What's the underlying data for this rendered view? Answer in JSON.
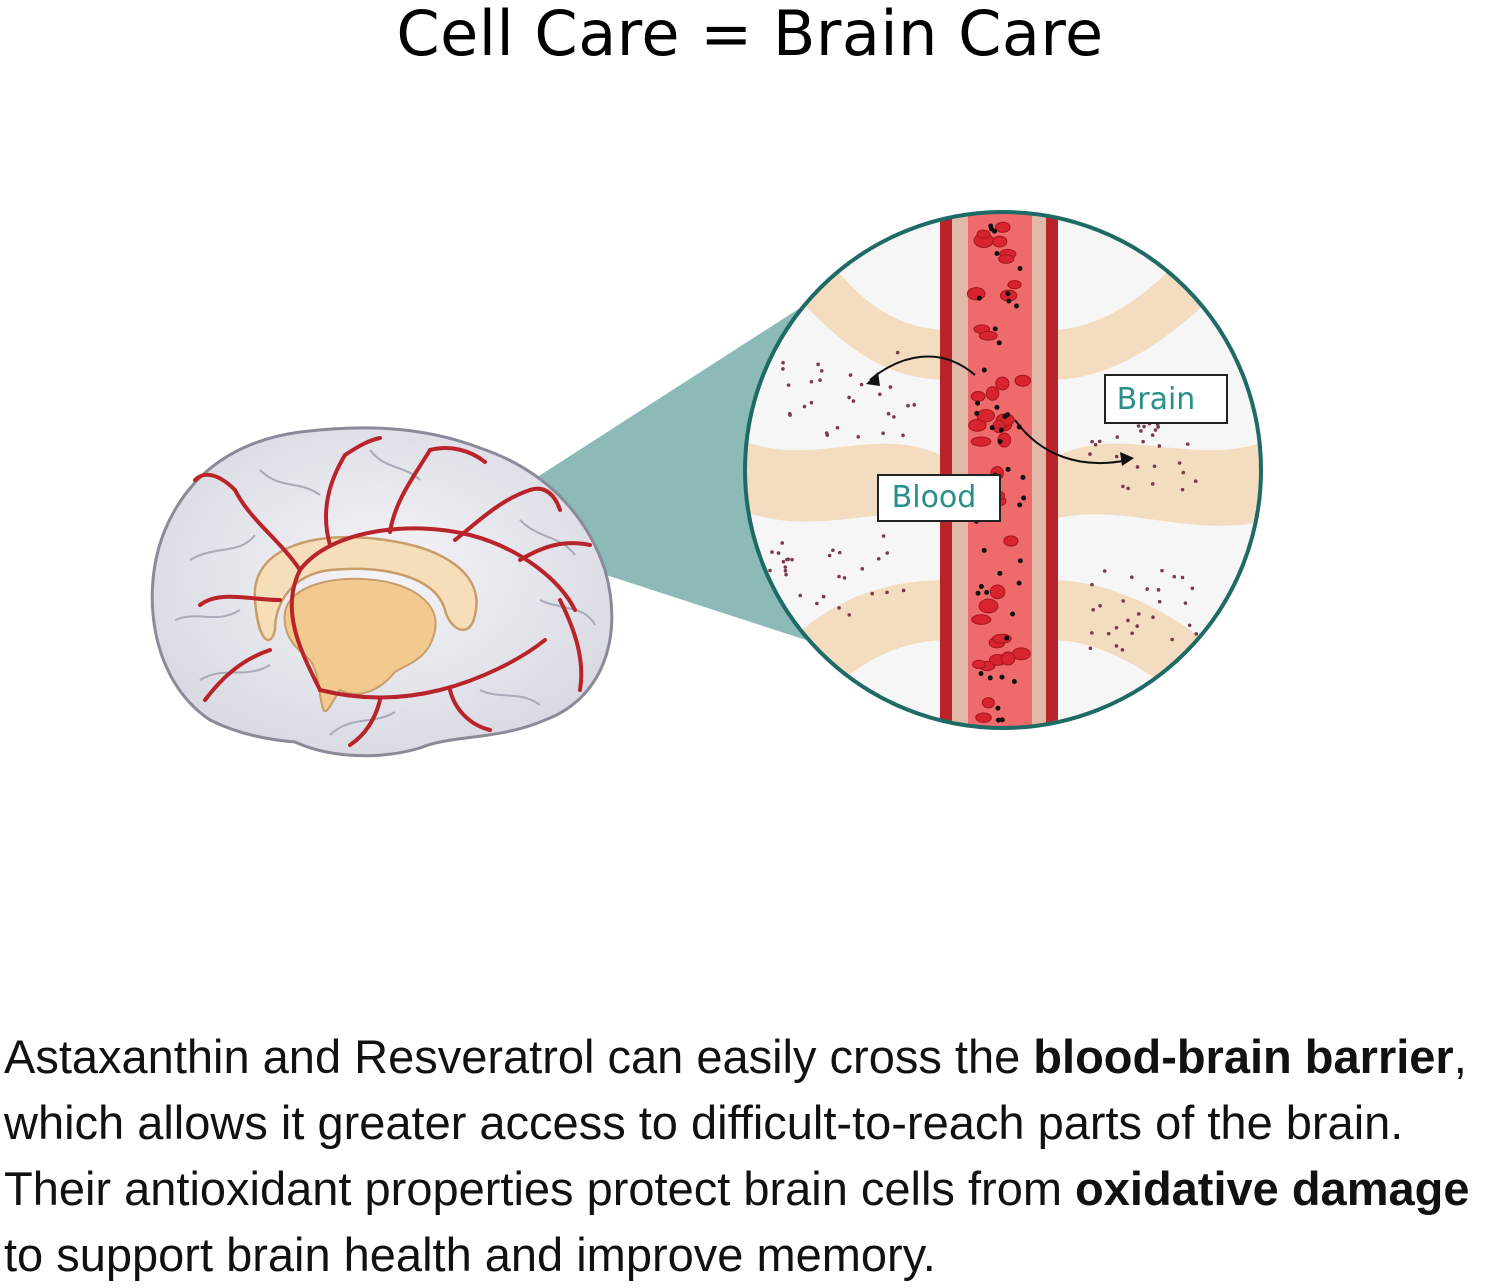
{
  "title": "Cell Care = Brain Care",
  "labels": {
    "brain": "Brain",
    "blood": "Blood"
  },
  "caption": {
    "part1": "Astaxanthin and Resveratrol can easily cross the ",
    "bold1": "blood-brain barrier",
    "part2": ", which allows it greater access to difficult-to-reach parts of the brain. Their antioxidant properties protect brain cells from ",
    "bold2": "oxidative damage",
    "part3": " to support brain health and improve memory."
  },
  "colors": {
    "accent_teal": "#1e6b66",
    "label_text": "#2a8f8a",
    "vessel_red": "#b8242a",
    "blood_fill": "#ef6b6b",
    "tissue": "#f3dcc0"
  }
}
